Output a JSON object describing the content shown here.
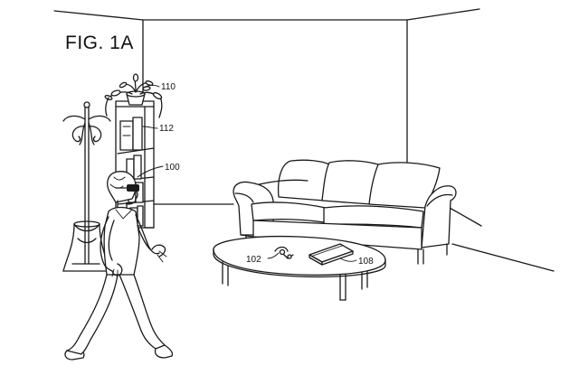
{
  "figure": {
    "title": "FIG. 1A"
  },
  "labels": {
    "user": "100",
    "device": "102",
    "book": "108",
    "plant": "110",
    "shelf": "112"
  },
  "colors": {
    "line": "#1a1a1a",
    "background": "#ffffff"
  }
}
